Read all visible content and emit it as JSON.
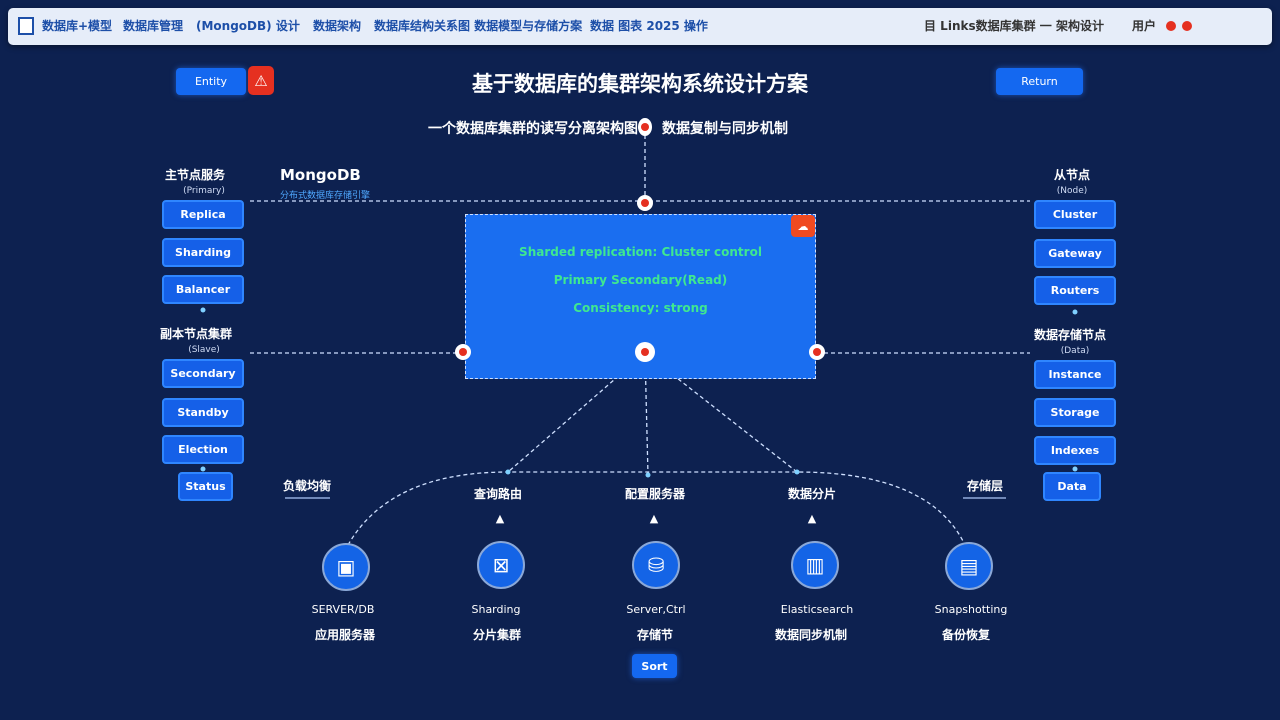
{
  "topbar": {
    "items": [
      "数据库+模型",
      "数据库管理",
      "(MongoDB) 设计",
      "数据架构",
      "数据库结构关系图 数据模型与存储方案",
      "数据 图表 2025 操作"
    ],
    "right_text": "目 Links数据库集群 一 架构设计",
    "user": "用户"
  },
  "header": {
    "left_button": "Entity",
    "title": "基于数据库的集群架构系统设计方案",
    "right_button": "Return",
    "subtitle": "一个数据库集群的读写分离架构图",
    "subtitle_right": "数据复制与同步机制"
  },
  "left": {
    "group1": {
      "title": "主节点服务",
      "sub": "(Primary)",
      "buttons": [
        "Replica",
        "Sharding",
        "Balancer"
      ]
    },
    "group2": {
      "title": "副本节点集群",
      "sub": "(Slave)",
      "buttons": [
        "Secondary",
        "Standby",
        "Election"
      ]
    },
    "small_button": "Status"
  },
  "right": {
    "group1": {
      "title": "从节点",
      "sub": "(Node)",
      "buttons": [
        "Cluster",
        "Gateway",
        "Routers"
      ]
    },
    "group2": {
      "title": "数据存储节点",
      "sub": "(Data)",
      "buttons": [
        "Instance",
        "Storage",
        "Indexes"
      ]
    },
    "small_button": "Data"
  },
  "mongo": {
    "title": "MongoDB",
    "sub": "分布式数据库存储引擎"
  },
  "mainbox": {
    "lines": [
      "Sharded replication: Cluster control",
      "Primary Secondary(Read)",
      "Consistency: strong"
    ]
  },
  "bottom": {
    "side_left": "负载均衡",
    "side_right": "存储层",
    "labels": [
      "查询路由",
      "配置服务器",
      "数据分片"
    ],
    "items": [
      {
        "en": "SERVER/DB",
        "zh": "应用服务器"
      },
      {
        "en": "Sharding",
        "zh": "分片集群"
      },
      {
        "en": "Server,Ctrl",
        "zh": "存储节"
      },
      {
        "en": "Elasticsearch",
        "zh": "数据同步机制"
      },
      {
        "en": "Snapshotting",
        "zh": "备份恢复"
      }
    ],
    "button": "Sort"
  },
  "colors": {
    "bg": "#0d2150",
    "accent": "#1468f0",
    "alert": "#e53020",
    "text_green": "#3fe890"
  }
}
